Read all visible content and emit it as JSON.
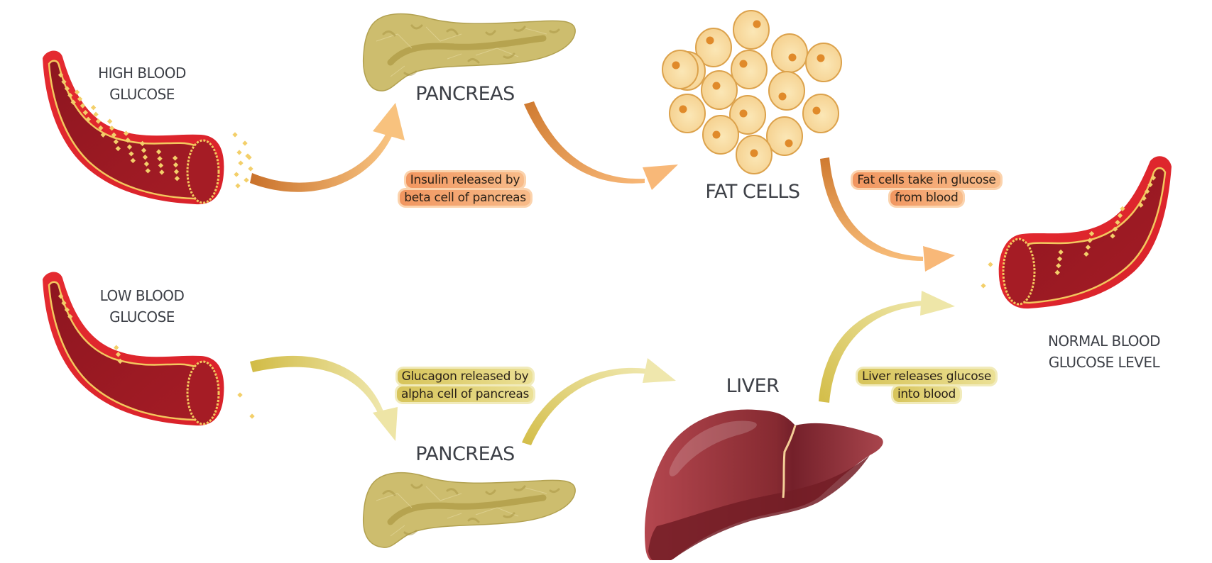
{
  "diagram": {
    "title": "Blood glucose regulation",
    "states": {
      "high": "HIGH BLOOD\nGLUCOSE",
      "low": "LOW BLOOD\nGLUCOSE",
      "normal": "NORMAL BLOOD\nGLUCOSE LEVEL"
    },
    "organs": {
      "pancreas_top": "PANCREAS",
      "pancreas_bottom": "PANCREAS",
      "fat_cells": "FAT CELLS",
      "liver": "LIVER"
    },
    "callouts": {
      "insulin": "Insulin released by\nbeta cell of pancreas",
      "fat_uptake": "Fat cells take in glucose\nfrom blood",
      "glucagon": "Glucagon released by\nalpha cell of pancreas",
      "liver_release": "Liver releases glucose\ninto blood"
    },
    "pathways": [
      {
        "name": "insulin-pathway",
        "steps": [
          "HIGH BLOOD GLUCOSE",
          "PANCREAS",
          "FAT CELLS",
          "NORMAL BLOOD GLUCOSE LEVEL"
        ],
        "color": "#e08a3c"
      },
      {
        "name": "glucagon-pathway",
        "steps": [
          "LOW BLOOD GLUCOSE",
          "PANCREAS",
          "LIVER",
          "NORMAL BLOOD GLUCOSE LEVEL"
        ],
        "color": "#d3be50"
      }
    ],
    "colors": {
      "vessel_outer": "#e0272e",
      "vessel_inner": "#9e1a22",
      "glucose": "#f3cf6a",
      "pancreas": "#cfc074",
      "fat_cell": "#f7d99a",
      "fat_nucleus": "#e08a2a",
      "liver": "#8e2f35",
      "orange_arrow": "#e08a3c",
      "yellow_arrow": "#d3be50",
      "text": "#3d4047"
    },
    "glucose_particle_counts": {
      "high": 48,
      "low": 9,
      "normal": 20
    },
    "fat_cell_count": 15
  }
}
